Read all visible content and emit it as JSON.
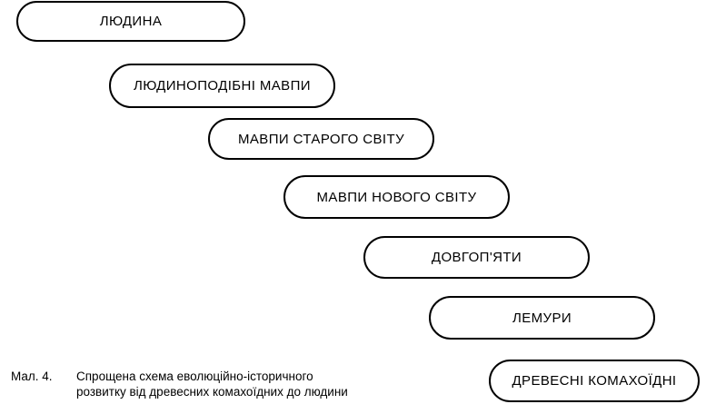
{
  "diagram": {
    "nodes": [
      {
        "label": "ЛЮДИНА"
      },
      {
        "label": "ЛЮДИНОПОДІБНІ МАВПИ"
      },
      {
        "label": "МАВПИ СТАРОГО СВІТУ"
      },
      {
        "label": "МАВПИ НОВОГО СВІТУ"
      },
      {
        "label": "ДОВГОП'ЯТИ"
      },
      {
        "label": "ЛЕМУРИ"
      },
      {
        "label": "ДРЕВЕСНІ КОМАХОЇДНІ"
      }
    ]
  },
  "caption": {
    "number": "Мал. 4.",
    "line1": "Спрощена схема еволюційно-історичного",
    "line2": "розвитку від древесних комахоїдних до людини"
  }
}
